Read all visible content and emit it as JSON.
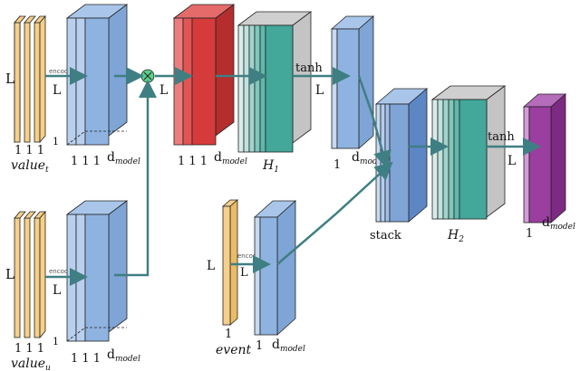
{
  "labels": {
    "L": "L",
    "encode": "encode",
    "one": "1",
    "one11": "1 1 1",
    "value_t": "value",
    "value_t_sub": "t",
    "value_u": "value",
    "value_u_sub": "u",
    "d": "d",
    "model": "model",
    "tanh": "tanh",
    "H1": "H",
    "H1_sub": "1",
    "H2": "H",
    "H2_sub": "2",
    "stack": "stack",
    "event": "event"
  },
  "colors": {
    "orange": "#f6d08a",
    "blue": "#8fb3e0",
    "red": "#d63b3b",
    "teal": "#43a79a",
    "purple": "#9a3ea0",
    "gray": "#c8c8c8",
    "arrow": "#3f7f83"
  }
}
